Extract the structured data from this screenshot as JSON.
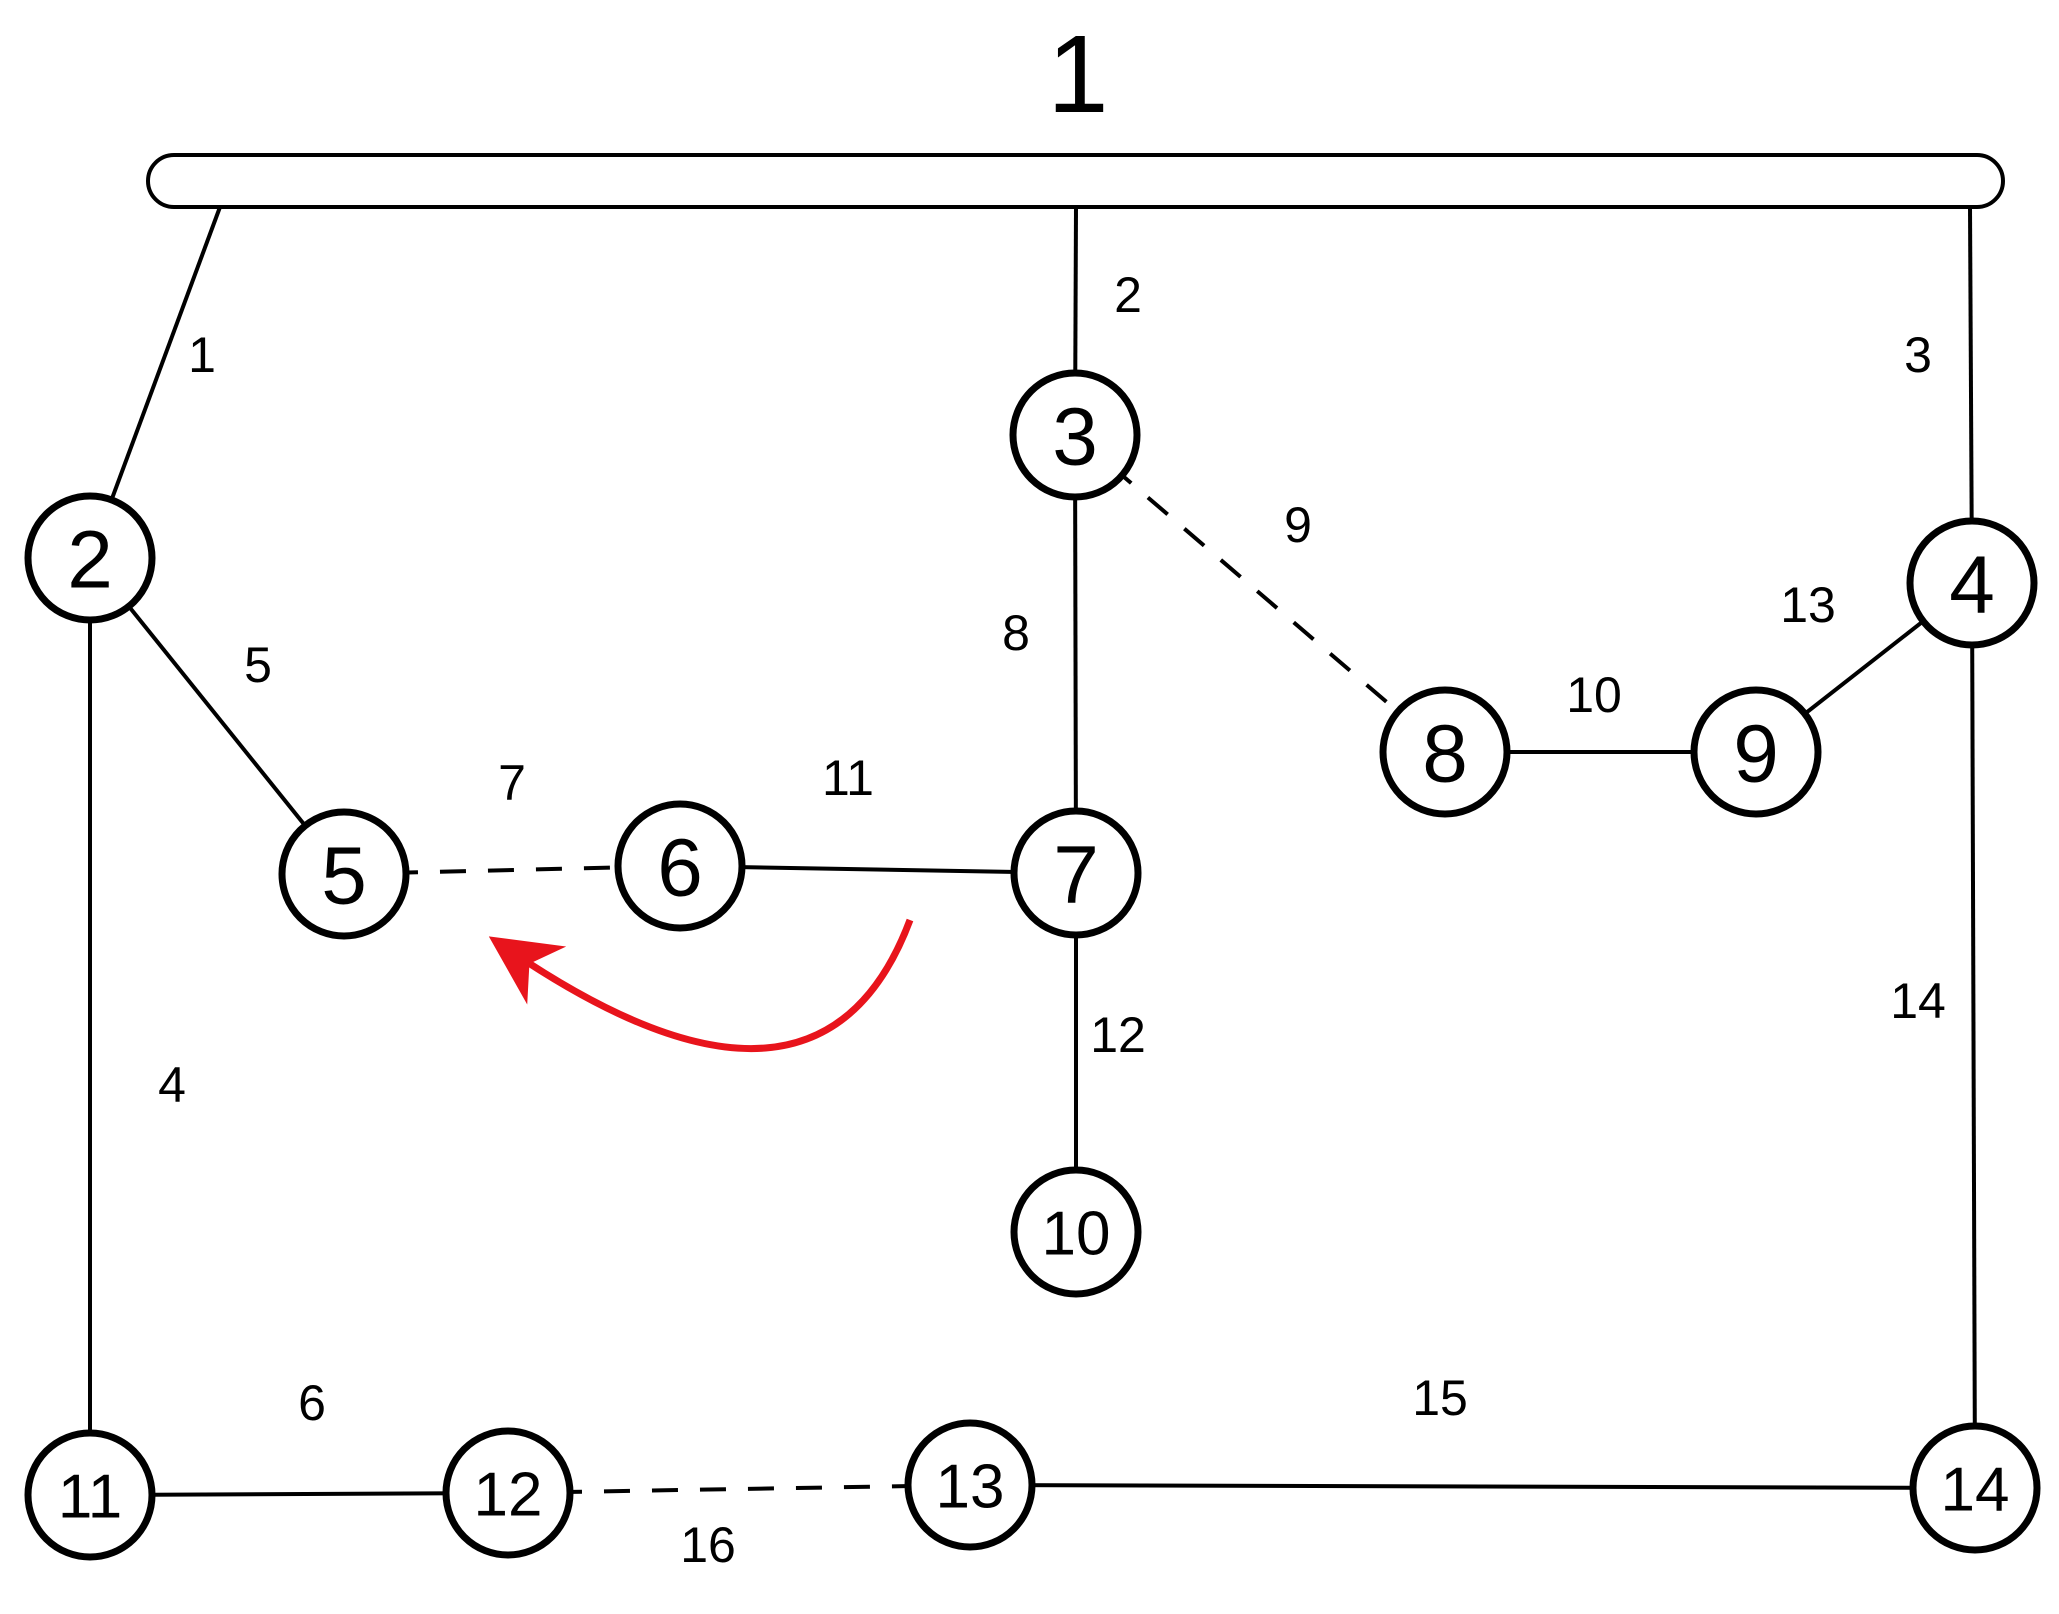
{
  "diagram": {
    "source_label": "1",
    "colors": {
      "line": "#000000",
      "node_fill": "#ffffff",
      "arrow": "#e8141c"
    },
    "nodes": [
      {
        "id": "2",
        "label": "2"
      },
      {
        "id": "3",
        "label": "3"
      },
      {
        "id": "4",
        "label": "4"
      },
      {
        "id": "5",
        "label": "5"
      },
      {
        "id": "6",
        "label": "6"
      },
      {
        "id": "7",
        "label": "7"
      },
      {
        "id": "8",
        "label": "8"
      },
      {
        "id": "9",
        "label": "9"
      },
      {
        "id": "10",
        "label": "10"
      },
      {
        "id": "11",
        "label": "11"
      },
      {
        "id": "12",
        "label": "12"
      },
      {
        "id": "13",
        "label": "13"
      },
      {
        "id": "14",
        "label": "14"
      }
    ],
    "branches": [
      {
        "label": "1",
        "from": "1",
        "to": "2",
        "state": "closed"
      },
      {
        "label": "2",
        "from": "1",
        "to": "3",
        "state": "closed"
      },
      {
        "label": "3",
        "from": "1",
        "to": "4",
        "state": "closed"
      },
      {
        "label": "4",
        "from": "2",
        "to": "11",
        "state": "closed"
      },
      {
        "label": "5",
        "from": "2",
        "to": "5",
        "state": "closed"
      },
      {
        "label": "6",
        "from": "11",
        "to": "12",
        "state": "closed"
      },
      {
        "label": "7",
        "from": "5",
        "to": "6",
        "state": "open"
      },
      {
        "label": "8",
        "from": "3",
        "to": "7",
        "state": "closed"
      },
      {
        "label": "9",
        "from": "3",
        "to": "8",
        "state": "open"
      },
      {
        "label": "10",
        "from": "8",
        "to": "9",
        "state": "closed"
      },
      {
        "label": "11",
        "from": "6",
        "to": "7",
        "state": "closed"
      },
      {
        "label": "12",
        "from": "7",
        "to": "10",
        "state": "closed"
      },
      {
        "label": "13",
        "from": "9",
        "to": "4",
        "state": "closed"
      },
      {
        "label": "14",
        "from": "4",
        "to": "14",
        "state": "closed"
      },
      {
        "label": "15",
        "from": "13",
        "to": "14",
        "state": "closed"
      },
      {
        "label": "16",
        "from": "12",
        "to": "13",
        "state": "open"
      }
    ],
    "transfer_arrow": {
      "from_branch": "11",
      "to_branch": "7"
    }
  }
}
